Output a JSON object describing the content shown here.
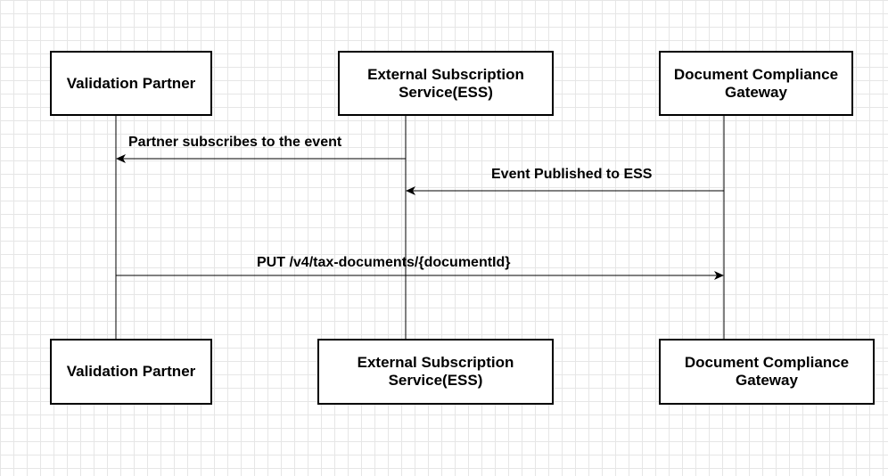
{
  "participants": {
    "validation_partner": {
      "top_label": "Validation Partner",
      "bottom_label": "Validation Partner"
    },
    "ess": {
      "top_label": "External Subscription\nService(ESS)",
      "bottom_label": "External Subscription\nService(ESS)"
    },
    "gateway": {
      "top_label": "Document Compliance\nGateway",
      "bottom_label": "Document Compliance\nGateway"
    }
  },
  "messages": [
    {
      "from": "ess",
      "to": "validation_partner",
      "label": "Partner subscribes to the event"
    },
    {
      "from": "gateway",
      "to": "ess",
      "label": "Event Published to ESS"
    },
    {
      "from": "validation_partner",
      "to": "gateway",
      "label": "PUT /v4/tax-documents/{documentId}"
    }
  ]
}
